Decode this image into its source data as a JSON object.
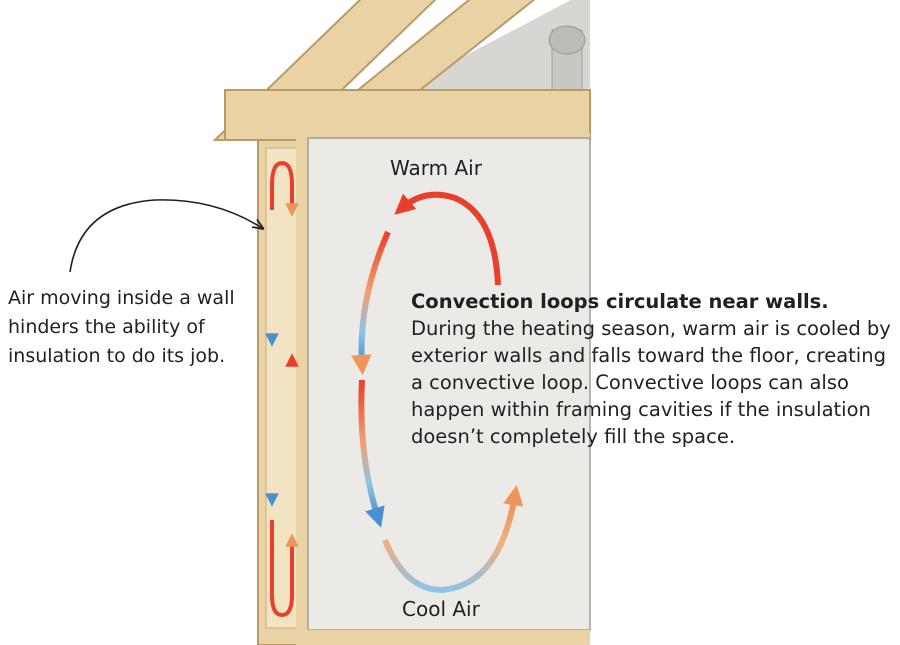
{
  "labels": {
    "warm_air": "Warm Air",
    "cool_air": "Cool Air"
  },
  "annotation": {
    "text": "Air moving inside a wall hinders the ability of insulation to do its job."
  },
  "caption": {
    "title": "Convection loops circulate near walls.",
    "body": "During the heating season, warm air is cooled by exterior walls and falls toward the floor, creating a convective loop. Convective loops can also happen within framing cavities if the insulation doesn’t completely fill the space."
  },
  "colors": {
    "warm": "#e8402a",
    "cool": "#8cc4e6",
    "framing": "#e9d3a4",
    "room": "#eceae6",
    "attic": "#d8d6d2"
  }
}
